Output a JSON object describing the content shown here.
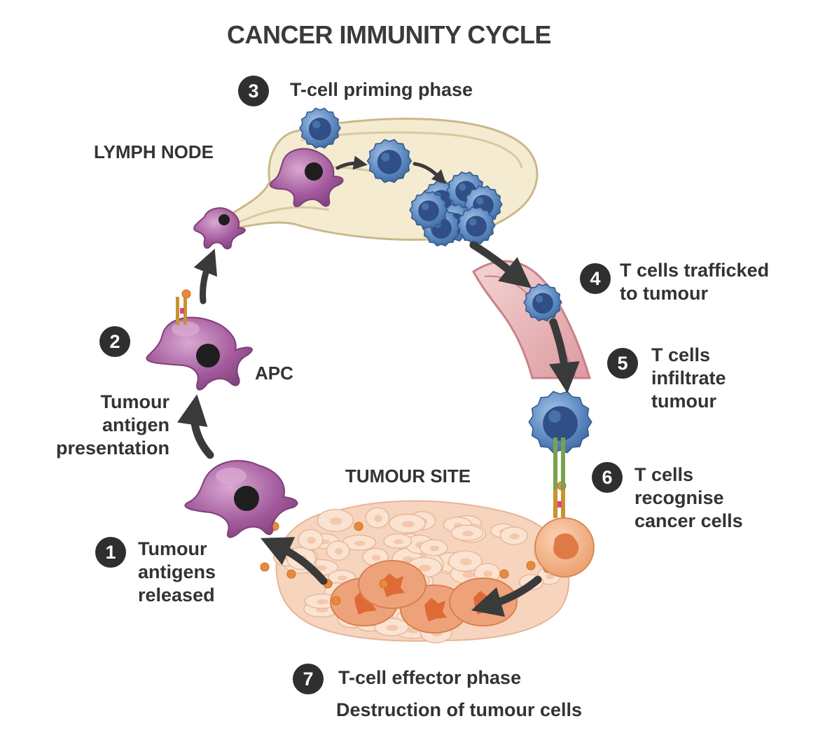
{
  "title": "CANCER IMMUNITY CYCLE",
  "regions": {
    "lymph_node": "LYMPH NODE",
    "apc": "APC",
    "tumour_site": "TUMOUR SITE"
  },
  "steps": [
    {
      "number": "1",
      "lines": [
        "Tumour",
        "antigens",
        "released"
      ]
    },
    {
      "number": "2",
      "lines": [
        "Tumour",
        "antigen",
        "presentation"
      ]
    },
    {
      "number": "3",
      "lines": [
        "T-cell priming phase"
      ]
    },
    {
      "number": "4",
      "lines": [
        "T cells trafficked",
        "to tumour"
      ]
    },
    {
      "number": "5",
      "lines": [
        "T cells",
        "infiltrate",
        "tumour"
      ]
    },
    {
      "number": "6",
      "lines": [
        "T cells",
        "recognise",
        "cancer cells"
      ]
    },
    {
      "number": "7",
      "lines": [
        "T-cell effector phase",
        "Destruction of tumour cells"
      ]
    }
  ],
  "colors": {
    "apc": "#a35a9c",
    "t_cell": "#4f7db8",
    "lymph_node": "#f5ebd0",
    "vessel": "#e8b6b8",
    "tumour": "#f1c2a2",
    "antigen": "#e98a3a",
    "arrow": "#3a3a3a"
  }
}
